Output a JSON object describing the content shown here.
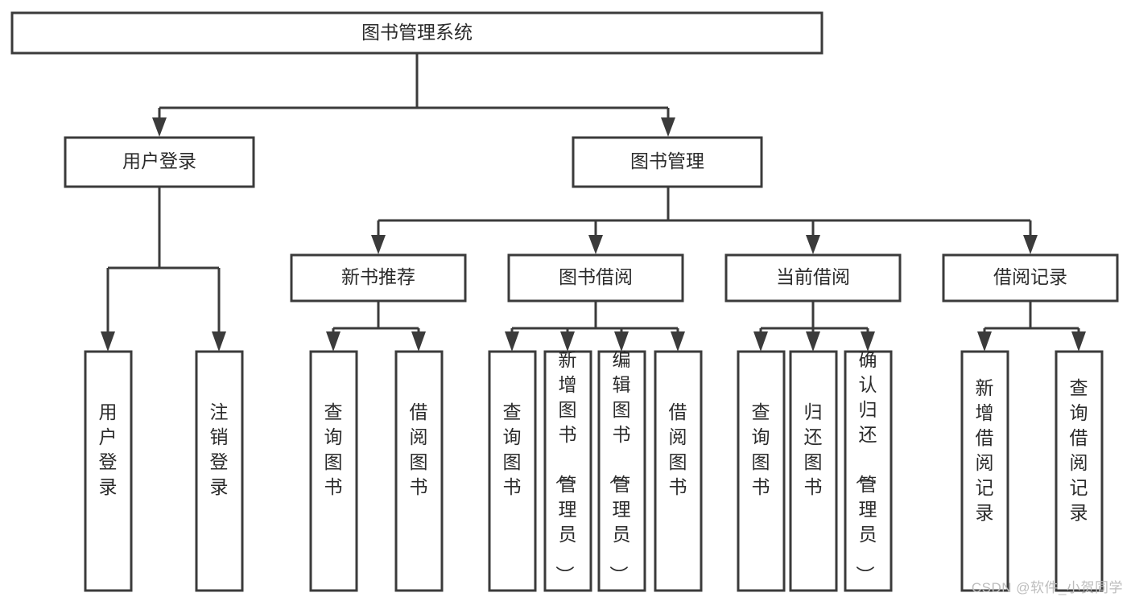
{
  "diagram": {
    "type": "tree-flowchart",
    "orientation": "top-down",
    "title": "图书管理系统",
    "colors": {
      "box_fill": "#ffffff",
      "box_stroke": "#3b3b3b",
      "text": "#2b2b2b",
      "background": "#ffffff",
      "watermark": "#bdbdbd"
    },
    "root": {
      "label": "图书管理系统",
      "text_orientation": "horizontal"
    },
    "level2": [
      {
        "label": "用户登录",
        "text_orientation": "horizontal"
      },
      {
        "label": "图书管理",
        "text_orientation": "horizontal"
      }
    ],
    "level3": [
      {
        "label": "新书推荐",
        "text_orientation": "horizontal"
      },
      {
        "label": "图书借阅",
        "text_orientation": "horizontal"
      },
      {
        "label": "当前借阅",
        "text_orientation": "horizontal"
      },
      {
        "label": "借阅记录",
        "text_orientation": "horizontal"
      }
    ],
    "leaves": {
      "user_login": [
        {
          "label": "用户登录",
          "text_orientation": "vertical"
        },
        {
          "label": "注销登录",
          "text_orientation": "vertical"
        }
      ],
      "new_book_recommend": [
        {
          "label": "查询图书",
          "text_orientation": "vertical"
        },
        {
          "label": "借阅图书",
          "text_orientation": "vertical"
        }
      ],
      "book_borrow": [
        {
          "label": "查询图书",
          "text_orientation": "vertical"
        },
        {
          "label": "新增图书（管理员）",
          "text_orientation": "vertical"
        },
        {
          "label": "编辑图书（管理员）",
          "text_orientation": "vertical"
        },
        {
          "label": "借阅图书",
          "text_orientation": "vertical"
        }
      ],
      "current_borrow": [
        {
          "label": "查询图书",
          "text_orientation": "vertical"
        },
        {
          "label": "归还图书",
          "text_orientation": "vertical"
        },
        {
          "label": "确认归还（管理员）",
          "text_orientation": "vertical"
        }
      ],
      "borrow_record": [
        {
          "label": "新增借阅记录",
          "text_orientation": "vertical"
        },
        {
          "label": "查询借阅记录",
          "text_orientation": "vertical"
        }
      ]
    }
  },
  "watermark": {
    "text": "CSDN @软件_小贺同学"
  }
}
